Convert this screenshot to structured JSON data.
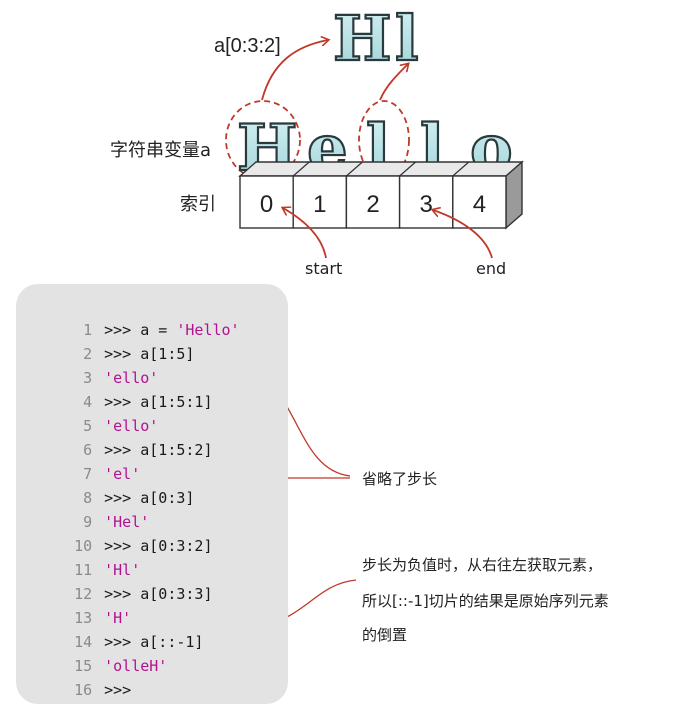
{
  "top": {
    "slice_expr": "a[0:3:2]",
    "result_letters": [
      "H",
      "l"
    ],
    "var_label": "字符串变量a",
    "hello_letters": [
      "H",
      "e",
      "l",
      "l",
      "o"
    ],
    "index_label": "索引",
    "indices": [
      "0",
      "1",
      "2",
      "3",
      "4"
    ],
    "start_label": "start",
    "end_label": "end"
  },
  "code": {
    "lines": [
      {
        "n": "1",
        "prompt": ">>> ",
        "text": "a = ",
        "str": "'Hello'"
      },
      {
        "n": "2",
        "prompt": ">>> ",
        "text": "a[1:5]",
        "str": ""
      },
      {
        "n": "3",
        "prompt": "",
        "text": "",
        "str": "'ello'"
      },
      {
        "n": "4",
        "prompt": ">>> ",
        "text": "a[1:5:1]",
        "str": ""
      },
      {
        "n": "5",
        "prompt": "",
        "text": "",
        "str": "'ello'"
      },
      {
        "n": "6",
        "prompt": ">>> ",
        "text": "a[1:5:2]",
        "str": ""
      },
      {
        "n": "7",
        "prompt": "",
        "text": "",
        "str": "'el'"
      },
      {
        "n": "8",
        "prompt": ">>> ",
        "text": "a[0:3]",
        "str": ""
      },
      {
        "n": "9",
        "prompt": "",
        "text": "",
        "str": "'Hel'"
      },
      {
        "n": "10",
        "prompt": ">>> ",
        "text": "a[0:3:2]",
        "str": ""
      },
      {
        "n": "11",
        "prompt": "",
        "text": "",
        "str": "'Hl'"
      },
      {
        "n": "12",
        "prompt": ">>> ",
        "text": "a[0:3:3]",
        "str": ""
      },
      {
        "n": "13",
        "prompt": "",
        "text": "",
        "str": "'H'"
      },
      {
        "n": "14",
        "prompt": ">>> ",
        "text": "a[::-1]",
        "str": ""
      },
      {
        "n": "15",
        "prompt": "",
        "text": "",
        "str": "'olleH'"
      },
      {
        "n": "16",
        "prompt": ">>>",
        "text": "",
        "str": ""
      }
    ]
  },
  "notes": {
    "omit_step": "省略了步长",
    "negative_step_1": "步长为负值时，从右往左获取元素，",
    "negative_step_2": "所以[::-1]切片的结果是原始序列元素",
    "negative_step_3": "的倒置"
  },
  "colors": {
    "letter_fill": "#b9e3e6",
    "letter_stroke": "#2a3a3c",
    "arrow_red": "#c0392b",
    "dashed_circle": "#c0392b",
    "code_bg": "#e3e3e3",
    "string_color": "#b3128f"
  }
}
